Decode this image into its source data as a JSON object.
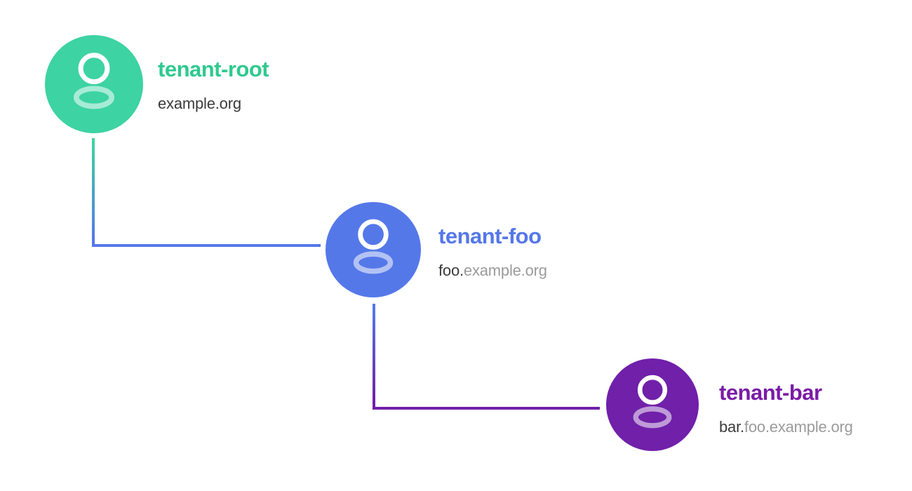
{
  "colors": {
    "background": "#ffffff",
    "green": "#3DD3A2",
    "blue": "#5578E9",
    "purple": "#7020A9",
    "title_green": "#2FC98F",
    "title_blue": "#5577E8",
    "title_purple": "#7A1CA6",
    "domain_dark": "#3B3B3B",
    "domain_gray": "#9B9B9B",
    "icon_head": "#FFFFFF",
    "icon_body": "rgba(255,255,255,0.55)"
  },
  "diagram": {
    "type": "tenant-hierarchy-tree",
    "nodes": [
      {
        "id": "tenant-root",
        "title": "tenant-root",
        "domain_primary": "example.org",
        "domain_secondary": "",
        "icon": "user-icon",
        "color": "#3DD3A2"
      },
      {
        "id": "tenant-foo",
        "title": "tenant-foo",
        "domain_primary": "foo.",
        "domain_secondary": "example.org",
        "icon": "user-icon",
        "color": "#5578E9"
      },
      {
        "id": "tenant-bar",
        "title": "tenant-bar",
        "domain_primary": "bar.",
        "domain_secondary": "foo.example.org",
        "icon": "user-icon",
        "color": "#7020A9"
      }
    ],
    "connectors": [
      {
        "from": "tenant-root",
        "to": "tenant-foo",
        "style": "elbow-gradient",
        "from_color": "#3DD3A2",
        "to_color": "#5578E9"
      },
      {
        "from": "tenant-foo",
        "to": "tenant-bar",
        "style": "elbow-gradient",
        "from_color": "#5578E9",
        "to_color": "#7020A9"
      }
    ]
  }
}
